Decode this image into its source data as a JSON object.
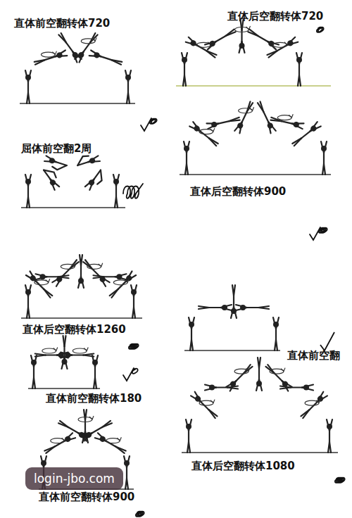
{
  "diagram": {
    "labels": [
      "直体前空翻转体720",
      "直体后空翻转体720",
      "屈体前空翻2周",
      "直体后空翻转体900",
      "直体后空翻转体1260",
      "直体前空翻",
      "直体前空翻转体180",
      "直体后空翻转体1080",
      "login-jbo.com",
      "直体前空翻转体900"
    ]
  }
}
